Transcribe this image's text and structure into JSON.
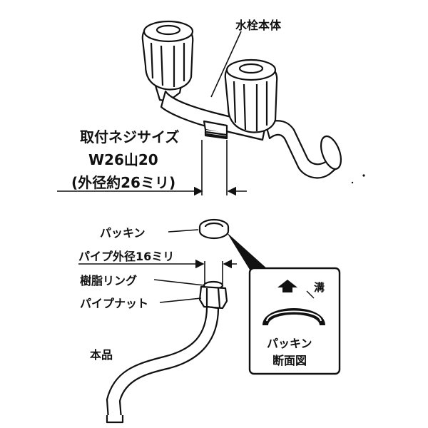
{
  "labels": {
    "faucet_body": "水栓本体",
    "thread_title": "取付ネジサイズ",
    "thread_spec": "W26山20",
    "thread_od": "(外径約26ミリ)",
    "packing": "パッキン",
    "pipe_od": "パイプ外径16ミリ",
    "resin_ring": "樹脂リング",
    "pipe_nut": "パイプナット",
    "product": "本品",
    "groove": "溝",
    "packing_section_line1": "パッキン",
    "packing_section_line2": "断面図"
  },
  "colors": {
    "ink": "#111111",
    "paper": "#ffffff"
  }
}
